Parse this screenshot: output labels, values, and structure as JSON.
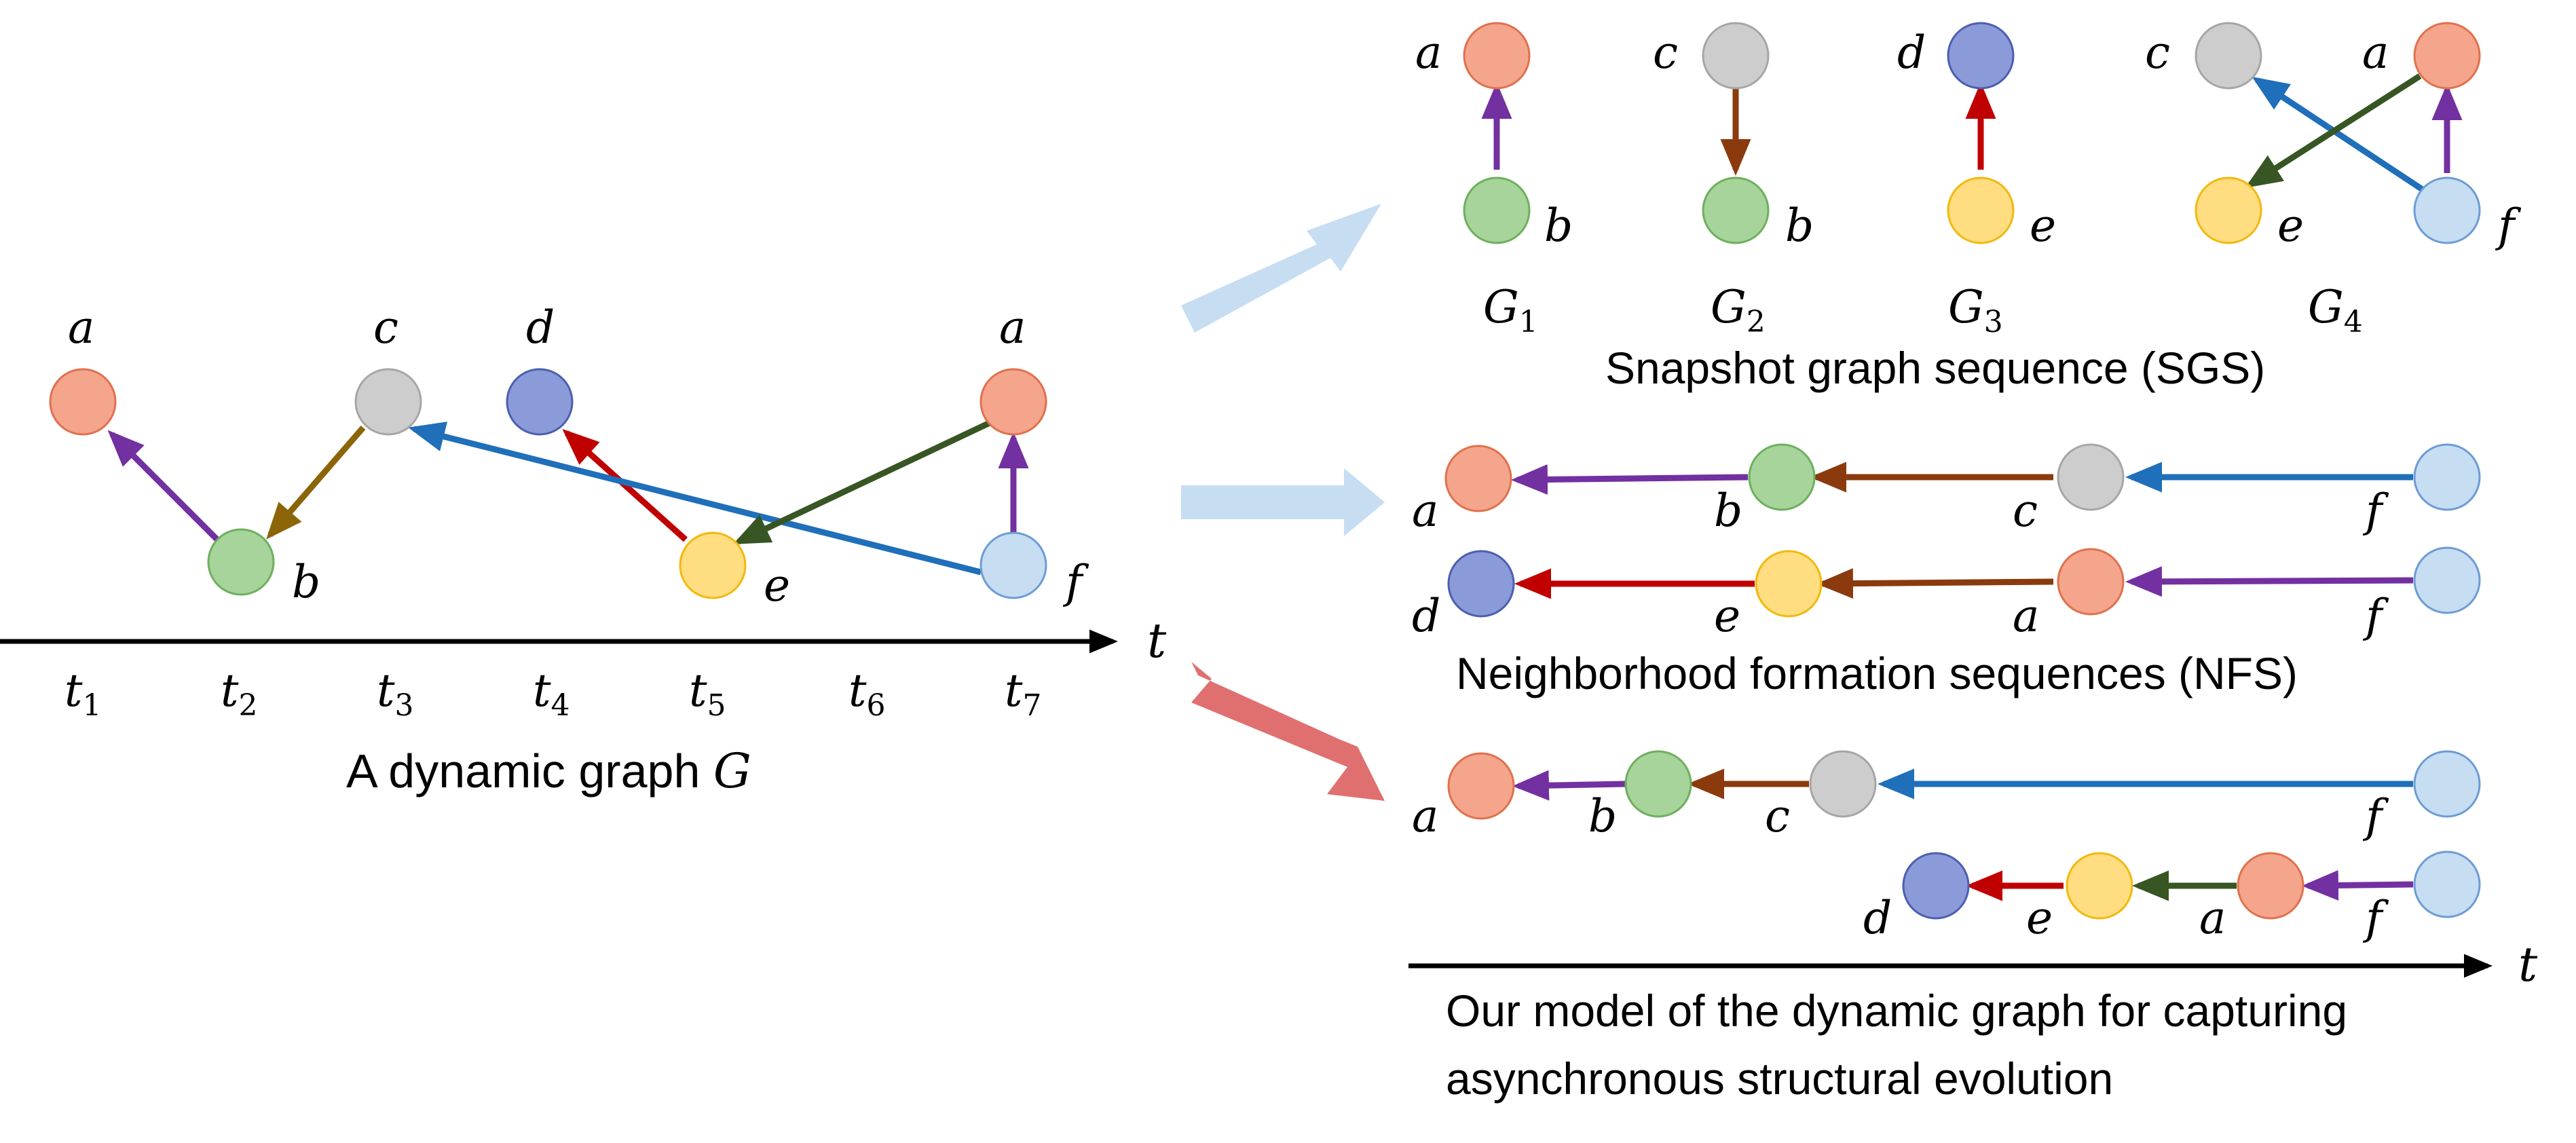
{
  "colors": {
    "a": {
      "fill": "#F4A58C",
      "stroke": "#E0714E"
    },
    "b": {
      "fill": "#A6D49A",
      "stroke": "#6EAF5E"
    },
    "c": {
      "fill": "#CDCDCD",
      "stroke": "#A6A6A6"
    },
    "d": {
      "fill": "#8B9AD8",
      "stroke": "#4B5FB0"
    },
    "e": {
      "fill": "#FFDD80",
      "stroke": "#F2B90E"
    },
    "f": {
      "fill": "#C6DDF2",
      "stroke": "#6D9CD5"
    },
    "edges": {
      "purple": "#7330A0",
      "olive": "#8B6508",
      "brown": "#8B3A0E",
      "blue": "#1F6FBA",
      "red": "#C00000",
      "green": "#375623",
      "axis": "#000000"
    },
    "big_arrows": {
      "sgs": "#C6DDF2",
      "nfs": "#C6DDF2",
      "ours": "#E07070"
    }
  },
  "left": {
    "caption_prefix": "A dynamic graph ",
    "caption_symbol": "G",
    "axis_label": "t",
    "ticks": [
      {
        "base": "t",
        "sub": "1"
      },
      {
        "base": "t",
        "sub": "2"
      },
      {
        "base": "t",
        "sub": "3"
      },
      {
        "base": "t",
        "sub": "4"
      },
      {
        "base": "t",
        "sub": "5"
      },
      {
        "base": "t",
        "sub": "6"
      },
      {
        "base": "t",
        "sub": "7"
      }
    ],
    "node_labels": [
      "a",
      "b",
      "c",
      "d",
      "e",
      "f",
      "a"
    ]
  },
  "sgs": {
    "caption": "Snapshot graph sequence (SGS)",
    "graphs": [
      {
        "name": "G",
        "sub": "1",
        "labels": [
          "a",
          "b"
        ]
      },
      {
        "name": "G",
        "sub": "2",
        "labels": [
          "c",
          "b"
        ]
      },
      {
        "name": "G",
        "sub": "3",
        "labels": [
          "d",
          "e"
        ]
      },
      {
        "name": "G",
        "sub": "4",
        "labels": [
          "c",
          "a",
          "e",
          "f"
        ]
      }
    ]
  },
  "nfs": {
    "caption": "Neighborhood formation sequences (NFS)",
    "row1": [
      "a",
      "b",
      "c",
      "f"
    ],
    "row2": [
      "d",
      "e",
      "a",
      "f"
    ]
  },
  "ours": {
    "caption_line1": "Our model of the dynamic graph for capturing",
    "caption_line2": "asynchronous structural evolution",
    "axis_label": "t",
    "row1": [
      "a",
      "b",
      "c",
      "f"
    ],
    "row2": [
      "d",
      "e",
      "a",
      "f"
    ]
  }
}
